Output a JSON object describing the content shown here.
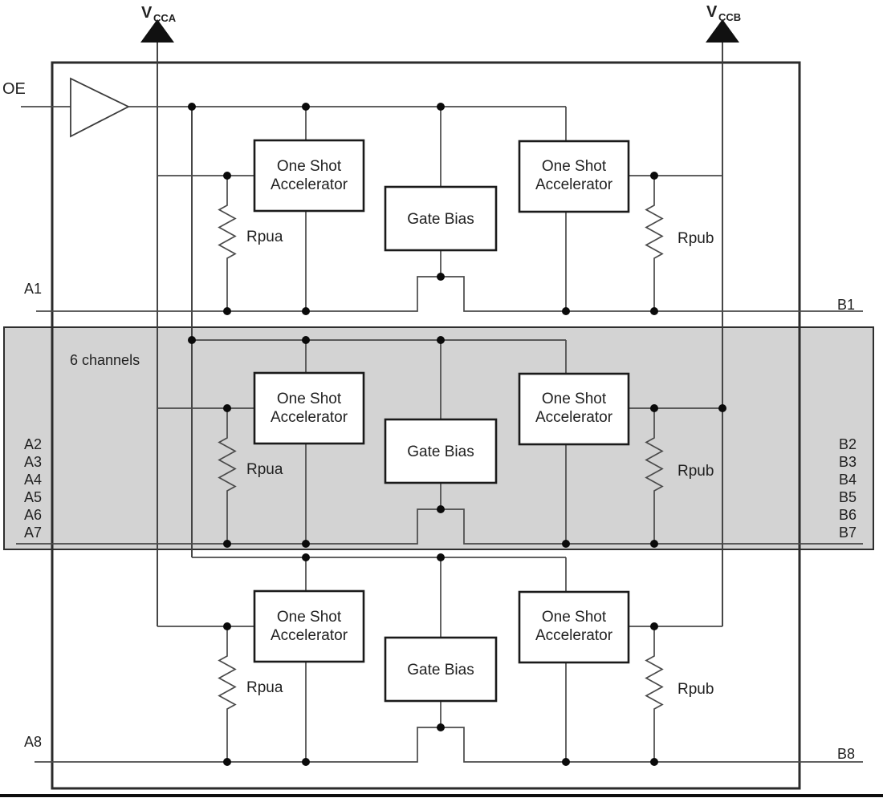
{
  "colors": {
    "line": "#4a4a4a",
    "box_border": "#1a1a1a",
    "junction_dot": "#0b0b0b",
    "gray_fill": "#d3d3d3",
    "text": "#212121",
    "background": "#ffffff"
  },
  "power": {
    "vcca_main": "V",
    "vcca_sub": "CCA",
    "vccb_main": "V",
    "vccb_sub": "CCB"
  },
  "oe_label": "OE",
  "blocks": {
    "one_shot_line1": "One Shot",
    "one_shot_line2": "Accelerator",
    "gate_bias": "Gate Bias"
  },
  "resistors": {
    "a": "Rpua",
    "b": "Rpub"
  },
  "middle_note": "6 channels",
  "pins": {
    "a1": "A1",
    "b1": "B1",
    "a_mid": [
      "A2",
      "A3",
      "A4",
      "A5",
      "A6",
      "A7"
    ],
    "b_mid": [
      "B2",
      "B3",
      "B4",
      "B5",
      "B6",
      "B7"
    ],
    "a8": "A8",
    "b8": "B8"
  }
}
